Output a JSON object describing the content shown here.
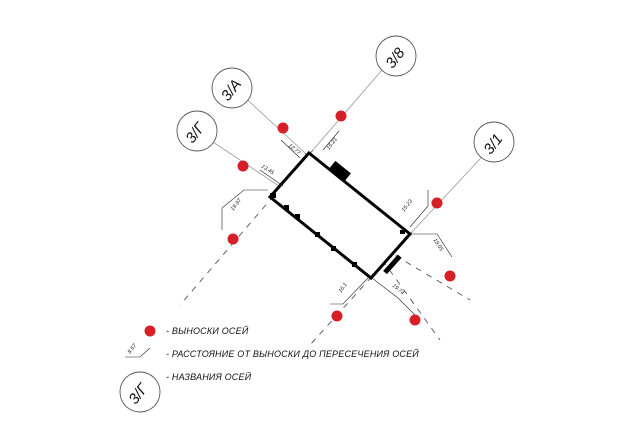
{
  "axes": [
    {
      "id": "zg",
      "label": "3/Г"
    },
    {
      "id": "za",
      "label": "3/А"
    },
    {
      "id": "z8",
      "label": "3/8"
    },
    {
      "id": "z1",
      "label": "3/1"
    }
  ],
  "dimensions": {
    "d1": "12.77",
    "d2": "15.21",
    "d3": "13.45",
    "d4": "19.97",
    "d5": "15.23",
    "d6": "18.05",
    "d7": "16.1",
    "d8": "19.74"
  },
  "legend": {
    "marker_text": "- ВЫНОСКИ ОСЕЙ",
    "distance_value": "8.57",
    "distance_text": "- РАССТОЯНИЕ ОТ ВЫНОСКИ ДО ПЕРЕСЕЧЕНИЯ ОСЕЙ",
    "name_label": "3/Г",
    "name_text": "- НАЗВАНИЯ ОСЕЙ"
  },
  "colors": {
    "marker": "#d61f26"
  }
}
